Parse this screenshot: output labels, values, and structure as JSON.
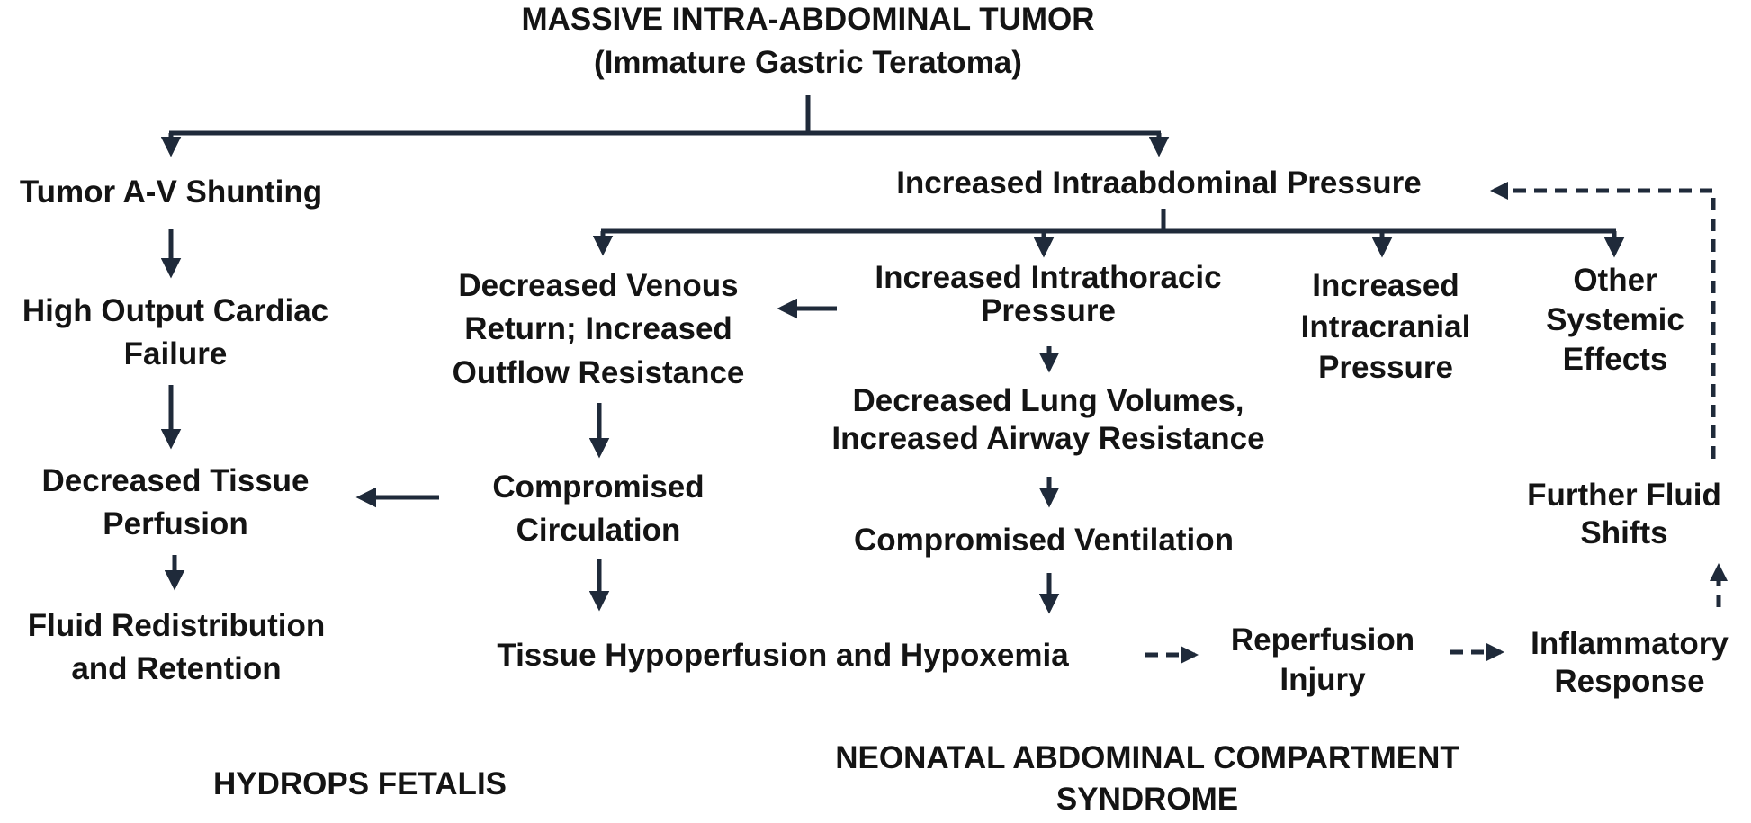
{
  "title": {
    "line1": "MASSIVE INTRA-ABDOMINAL TUMOR",
    "line2": "(Immature Gastric Teratoma)"
  },
  "nodes": {
    "shunting": [
      "Tumor A-V Shunting"
    ],
    "cardiac_failure": [
      "High Output Cardiac",
      "Failure"
    ],
    "tissue_perfusion": [
      "Decreased Tissue",
      "Perfusion"
    ],
    "fluid_redistribution": [
      "Fluid Redistribution",
      "and Retention"
    ],
    "iap": [
      "Increased Intraabdominal Pressure"
    ],
    "venous_return": [
      "Decreased Venous",
      "Return; Increased",
      "Outflow Resistance"
    ],
    "intrathoracic": [
      "Increased Intrathoracic",
      "Pressure"
    ],
    "intracranial": [
      "Increased",
      "Intracranial",
      "Pressure"
    ],
    "systemic": [
      "Other",
      "Systemic",
      "Effects"
    ],
    "circulation": [
      "Compromised",
      "Circulation"
    ],
    "lung_volumes": [
      "Decreased Lung Volumes,",
      "Increased Airway Resistance"
    ],
    "ventilation": [
      "Compromised Ventilation"
    ],
    "hypoperfusion": [
      "Tissue Hypoperfusion and Hypoxemia"
    ],
    "reperfusion": [
      "Reperfusion",
      "Injury"
    ],
    "inflammatory": [
      "Inflammatory",
      "Response"
    ],
    "fluid_shifts": [
      "Further Fluid",
      "Shifts"
    ]
  },
  "labels": {
    "hydrops": [
      "HYDROPS FETALIS"
    ],
    "nacs": [
      "NEONATAL ABDOMINAL COMPARTMENT",
      "SYNDROME"
    ]
  },
  "colors": {
    "text": "#141414",
    "line": "#1f2a3a"
  }
}
